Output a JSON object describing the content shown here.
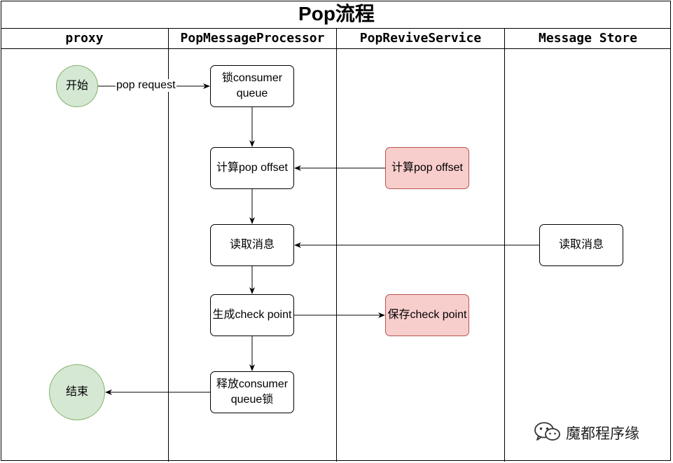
{
  "diagram": {
    "title": "Pop流程",
    "lanes": {
      "proxy": "proxy",
      "processor": "PopMessageProcessor",
      "revive": "PopReviveService",
      "store": "Message Store"
    },
    "nodes": {
      "start": "开始",
      "lock_queue": "锁consumer queue",
      "calc_offset": "计算pop offset",
      "revive_calc_offset": "计算pop offset",
      "read_msg": "读取消息",
      "store_read_msg": "读取消息",
      "gen_checkpoint": "生成check point",
      "save_checkpoint": "保存check point",
      "release_lock": "释放consumer queue锁",
      "end": "结束"
    },
    "edge_labels": {
      "pop_request": "pop request"
    },
    "colors": {
      "highlight_fill": "#f8cecc",
      "highlight_stroke": "#b85450",
      "terminal_fill": "#d5e8d4",
      "terminal_stroke": "#82b366"
    }
  },
  "watermark": {
    "text": "魔都程序缘",
    "icon": "wechat-icon"
  }
}
